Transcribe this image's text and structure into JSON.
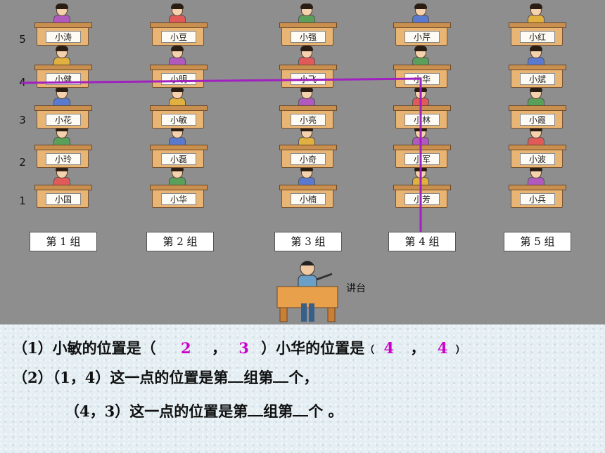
{
  "rows": [
    "1",
    "2",
    "3",
    "4",
    "5"
  ],
  "groups": [
    "第 1 组",
    "第 2 组",
    "第 3 组",
    "第 4 组",
    "第 5 组"
  ],
  "grid": [
    [
      "小国",
      "小玲",
      "小花",
      "小健",
      "小涛"
    ],
    [
      "小华",
      "小磊",
      "小敏",
      "小明",
      "小豆"
    ],
    [
      "小楠",
      "小奇",
      "小亮",
      "小飞",
      "小强"
    ],
    [
      "小芳",
      "小军",
      "小林",
      "小华",
      "小芹"
    ],
    [
      "小兵",
      "小波",
      "小霞",
      "小斌",
      "小红"
    ]
  ],
  "podium_label": "讲台",
  "questions": {
    "q1_prefix": "（1）小敏的位置是（",
    "q1_a1": "2",
    "q1_comma1": "，",
    "q1_a2": "3",
    "q1_mid": "）小华的位置是",
    "q1_open2": "（",
    "q1_a3": "4",
    "q1_comma2": "，",
    "q1_a4": "4",
    "q1_close2": "）",
    "q2_prefix": "（2）（1，4）这一点的位置是第",
    "q2_mid": "组第",
    "q2_end": "个，",
    "q3_prefix": "（4，3）这一点的位置是第",
    "q3_mid": "组第",
    "q3_end": "个 。"
  },
  "colors": {
    "path": "#a020c0",
    "answer": "#cc00cc"
  }
}
